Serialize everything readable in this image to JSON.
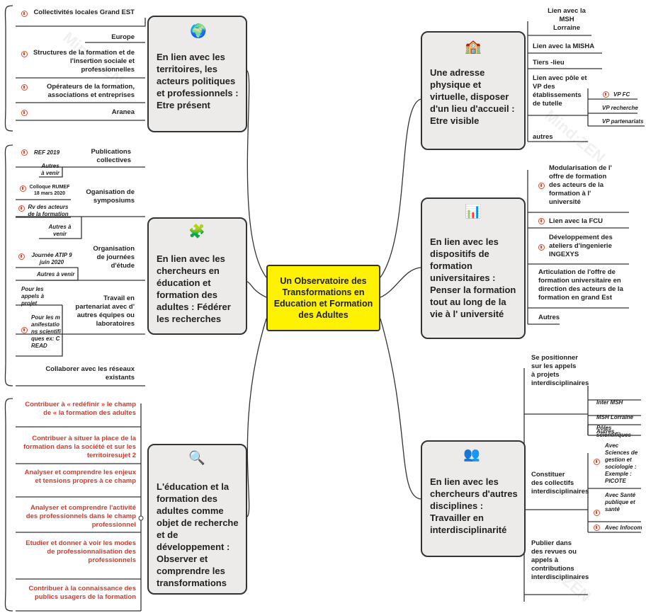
{
  "center": {
    "text": "Un Observatoire des Transformations en Education et Formation des Adultes"
  },
  "hubs": {
    "territoires": {
      "icon": "globe-icon",
      "text": "En lien avec les territoires, les acteurs politiques et professionnels : Etre présent"
    },
    "adresse": {
      "icon": "building-icon",
      "text": "Une adresse physique et virtuelle, disposer d'un lieu d'accueil : Etre visible"
    },
    "chercheurs": {
      "icon": "puzzle-icon",
      "text": "En lien avec les chercheurs en éducation et formation des adultes : Fédérer les recherches"
    },
    "dispositifs": {
      "icon": "presentation-board-icon",
      "text": "En lien avec les dispositifs de formation universitaires : Penser la formation tout au long de la vie à l' université"
    },
    "objet": {
      "icon": "magnifier-icon",
      "text": "L'éducation et la formation des adultes comme objet de recherche et de développement : Observer et comprendre les transformations"
    },
    "disciplines": {
      "icon": "people-group-icon",
      "text": "En lien avec les chercheurs d'autres disciplines : Travailler en interdisciplinarité"
    }
  },
  "territoires_items": [
    "Collectivités locales Grand EST",
    "Europe",
    "Structures de la formation et de l'insertion sociale et professionnelles",
    "Opérateurs de la formation, associations et entreprises",
    "Aranea"
  ],
  "chercheurs_items": {
    "publications": "Publications collectives",
    "ref2019": "REF 2019",
    "autres1": "Autres à venir",
    "symposiums": "Oganisation de symposiums",
    "colloque": "Colloque RUMEF 18 mars 2020",
    "rv": "Rv des acteurs de la formation",
    "autres2": "Autres à venir",
    "journees": "Organisation de journées d'étude",
    "atip": "Journée ATIP 9 juin 2020",
    "autres3": "Autres à venir",
    "travail": "Travail en partenariat avec d' autres équipes ou laboratoires",
    "appels": "Pour les appels à projet",
    "manif": "Pour les manifestations scientifiques ex: CREAD",
    "reseaux": "Collaborer avec les réseaux existants"
  },
  "objet_items": [
    "Contribuer à « redéfinir » le champ de « la formation des adultes",
    "Contribuer à situer la place de la formation dans la société et sur les territoiresujet 2",
    "Analyser et comprendre les enjeux et tensions propres à ce champ",
    "Analyser et comprendre l'activité des professionnels dans le champ professionnel",
    "Etudier et donner à voir les modes de professionnalisation des professionnels",
    "Contribuer à la connaissance des publics usagers de la formation"
  ],
  "adresse_items": {
    "msh": "Lien avec la MSH Lorraine",
    "misha": "Lien avec la MISHA",
    "tiers": "Tiers -lieu",
    "pole": "Lien avec pôle et VP des établissements de tutelle",
    "vpfc": "VP FC",
    "vprech": "VP recherche",
    "vppart": "VP partenariats",
    "autres": "autres"
  },
  "dispositifs_items": [
    "Modularisation de l' offre de formation des acteurs de la formation à l' université",
    "Lien avec la FCU",
    "Développement des ateliers d'ingenierie INGEXYS",
    "Articulation de l'offre de formation universitaire en direction des acteurs de la formation en grand Est",
    "Autres"
  ],
  "disciplines_items": {
    "appels": "Se positionner sur les appels à projets interdisciplinaires",
    "intermsh": "Inter MSH",
    "mshlor": "MSH Lorraine",
    "poles": "Pôles scientifiques",
    "autres": "Autres ...",
    "collectifs": "Constituer des collectifs interdisciplinaires",
    "sgs": "Avec Sciences de gestion et sociologie : Exemple : PICOTE",
    "sante": "Avec Santé publique et santé",
    "infocom": "Avec Infocom",
    "publier": "Publier dans des revues ou appels à contributions interdisciplinaires"
  }
}
